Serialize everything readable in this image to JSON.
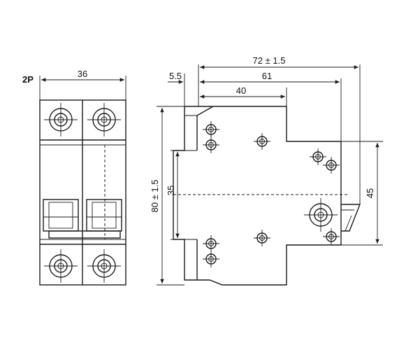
{
  "front_view": {
    "pole_label": "2P",
    "width_dim": "36"
  },
  "side_view": {
    "overall_width_dim": "72 ± 1.5",
    "rail_offset_dim": "5.5",
    "body_width_dim": "61",
    "mid_width_dim": "40",
    "height_dim": "80 ± 1.5",
    "inner_height_dim": "35",
    "rail_height_dim": "45"
  },
  "colors": {
    "line": "#1a1a1a",
    "background": "#ffffff"
  }
}
